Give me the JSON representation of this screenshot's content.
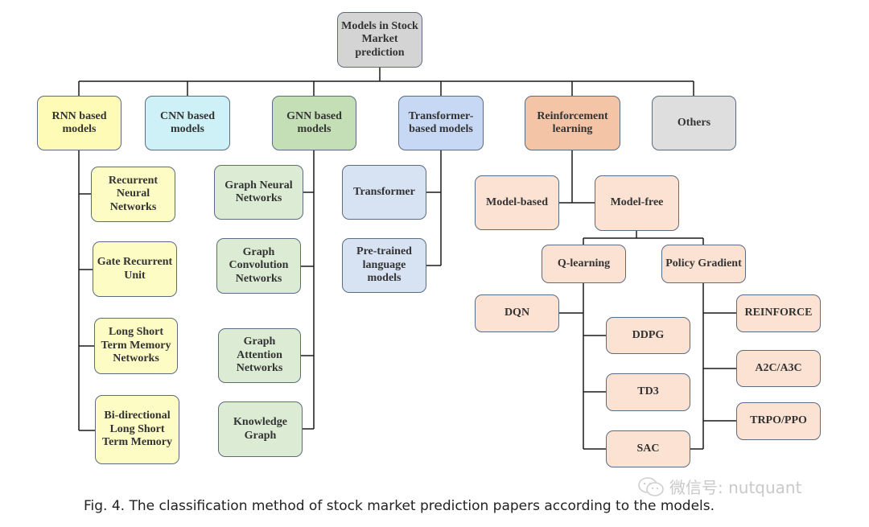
{
  "diagram": {
    "nodes": {
      "root": "Models in Stock Market prediction",
      "rnn": "RNN based models",
      "cnn": "CNN based models",
      "gnn": "GNN based models",
      "transformer": "Transformer-based models",
      "rl": "Reinforcement learning",
      "others": "Others",
      "rnn_recurrent": "Recurrent Neural Networks",
      "rnn_gru": "Gate Recurrent Unit",
      "rnn_lstm": "Long Short Term Memory Networks",
      "rnn_bilstm": "Bi-directional Long Short Term Memory",
      "gnn_neural": "Graph Neural Networks",
      "gnn_conv": "Graph Convolution Networks",
      "gnn_attention": "Graph Attention Networks",
      "gnn_kg": "Knowledge Graph",
      "tr_transformer": "Transformer",
      "tr_plm": "Pre-trained language models",
      "rl_model_based": "Model-based",
      "rl_model_free": "Model-free",
      "q_learning": "Q-learning",
      "policy_gradient": "Policy Gradient",
      "dqn": "DQN",
      "ddpg": "DDPG",
      "td3": "TD3",
      "sac": "SAC",
      "reinforce": "REINFORCE",
      "a2c": "A2C/A3C",
      "trpo": "TRPO/PPO"
    }
  },
  "caption": "Fig. 4.  The classification method of stock market prediction papers according to the models.",
  "watermark": "微信号: nutquant"
}
